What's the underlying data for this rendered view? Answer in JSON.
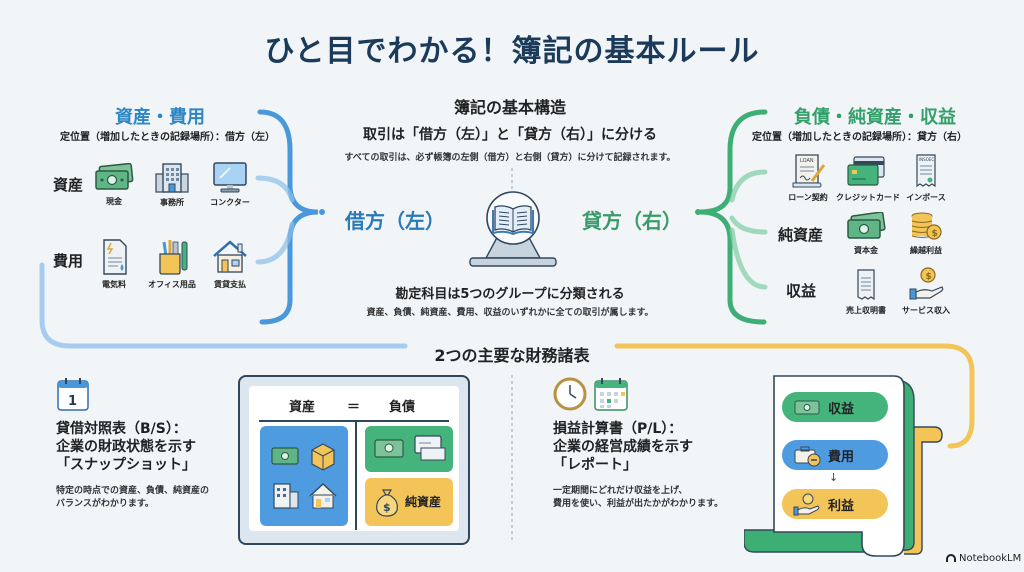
{
  "title": "ひと目でわかる！簿記の基本ルール",
  "colors": {
    "title": "#1c3b5a",
    "debit_blue": "#2f86c4",
    "credit_green": "#33a06a",
    "accent_yellow": "#f3c558",
    "bs_assets": "#4f9be0",
    "bs_liabilities": "#45b37c",
    "bs_equity": "#f3c558"
  },
  "left_section": {
    "heading": "資産・費用",
    "subtitle": "定位置（増加したときの記録場所）：借方（左）",
    "rows": [
      {
        "label": "資産",
        "items": [
          {
            "icon": "cash-icon",
            "caption": "現金"
          },
          {
            "icon": "office-building-icon",
            "caption": "事務所"
          },
          {
            "icon": "computer-monitor-icon",
            "caption": "コンクター"
          }
        ]
      },
      {
        "label": "費用",
        "items": [
          {
            "icon": "electricity-bill-icon",
            "caption": "電気料"
          },
          {
            "icon": "office-supplies-icon",
            "caption": "オフィス用品"
          },
          {
            "icon": "house-rent-icon",
            "caption": "賃貸支払"
          }
        ]
      }
    ]
  },
  "center_section": {
    "heading": "簿記の基本構造",
    "rule": "取引は「借方（左）」と「貸方（右）」に分ける",
    "rule_detail": "すべての取引は、必ず帳簿の左側（借方）と右側（貸方）に分けて記録されます。",
    "debit_label": "借方（左）",
    "credit_label": "貸方（右）",
    "center_icon": "open-book-icon",
    "groups_heading": "勘定科目は5つのグループに分類される",
    "groups_detail": "資産、負債、純資産、費用、収益のいずれかに全ての取引が属します。"
  },
  "right_section": {
    "heading": "負債・純資産・収益",
    "subtitle": "定位置（増加したときの記録場所）：貸方（右）",
    "rows": [
      {
        "label": "",
        "items": [
          {
            "icon": "loan-contract-icon",
            "caption": "ローン契約",
            "doc_text": "LOAN"
          },
          {
            "icon": "credit-card-icon",
            "caption": "クレジットカード"
          },
          {
            "icon": "invoice-icon",
            "caption": "インボース",
            "doc_text": "INSOEC"
          }
        ]
      },
      {
        "label": "純資産",
        "items": [
          {
            "icon": "cash-icon",
            "caption": "資本金"
          },
          {
            "icon": "coin-stack-icon",
            "caption": "繰越利益"
          }
        ]
      },
      {
        "label": "収益",
        "items": [
          {
            "icon": "receipt-icon",
            "caption": "売上収明書"
          },
          {
            "icon": "hand-coin-icon",
            "caption": "サービス収入"
          }
        ]
      }
    ]
  },
  "statements": {
    "heading": "2つの主要な財務諸表",
    "balance_sheet": {
      "calendar_number": "1",
      "title_lines": [
        "貸借対照表（B/S）：",
        "企業の財政状態を示す",
        "「スナップショット」"
      ],
      "desc_lines": [
        "特定の時点での資産、負債、純資産の",
        "バランスがわかります。"
      ],
      "diagram": {
        "left_head": "資産",
        "equals": "＝",
        "right_head": "負債",
        "equity_label": "純資産"
      }
    },
    "income_statement": {
      "title_lines": [
        "損益計算書（P/L）：",
        "企業の経営成績を示す",
        "「レポート」"
      ],
      "desc_lines": [
        "一定期間にどれだけ収益を上げ、",
        "費用を使い、利益が出たかがわかります。"
      ],
      "diagram": {
        "revenue": "収益",
        "expense": "費用",
        "arrow": "↓",
        "profit": "利益"
      }
    }
  },
  "brand": "NotebookLM"
}
